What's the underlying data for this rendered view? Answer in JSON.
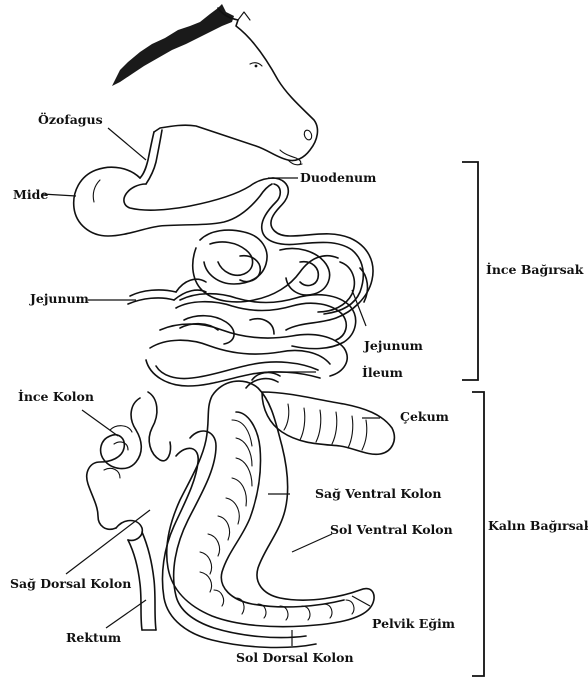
{
  "labels": {
    "ozofagus": "Özofagus",
    "mide": "Mide",
    "duodenum": "Duodenum",
    "jejunum_left": "Jejunum",
    "jejunum_right": "Jejunum",
    "ileum": "İleum",
    "ince_kolon": "İnce Kolon",
    "cekum": "Çekum",
    "sag_ventral_kolon": "Sağ Ventral Kolon",
    "sol_ventral_kolon": "Sol Ventral Kolon",
    "sag_dorsal_kolon": "Sağ Dorsal Kolon",
    "rektum": "Rektum",
    "pelvik_egim": "Pelvik Eğim",
    "sol_dorsal_kolon": "Sol Dorsal Kolon"
  },
  "groups": {
    "ince_bagirsak": "İnce Bağırsak",
    "kalin_bagirsak": "Kalın Bağırsak"
  }
}
